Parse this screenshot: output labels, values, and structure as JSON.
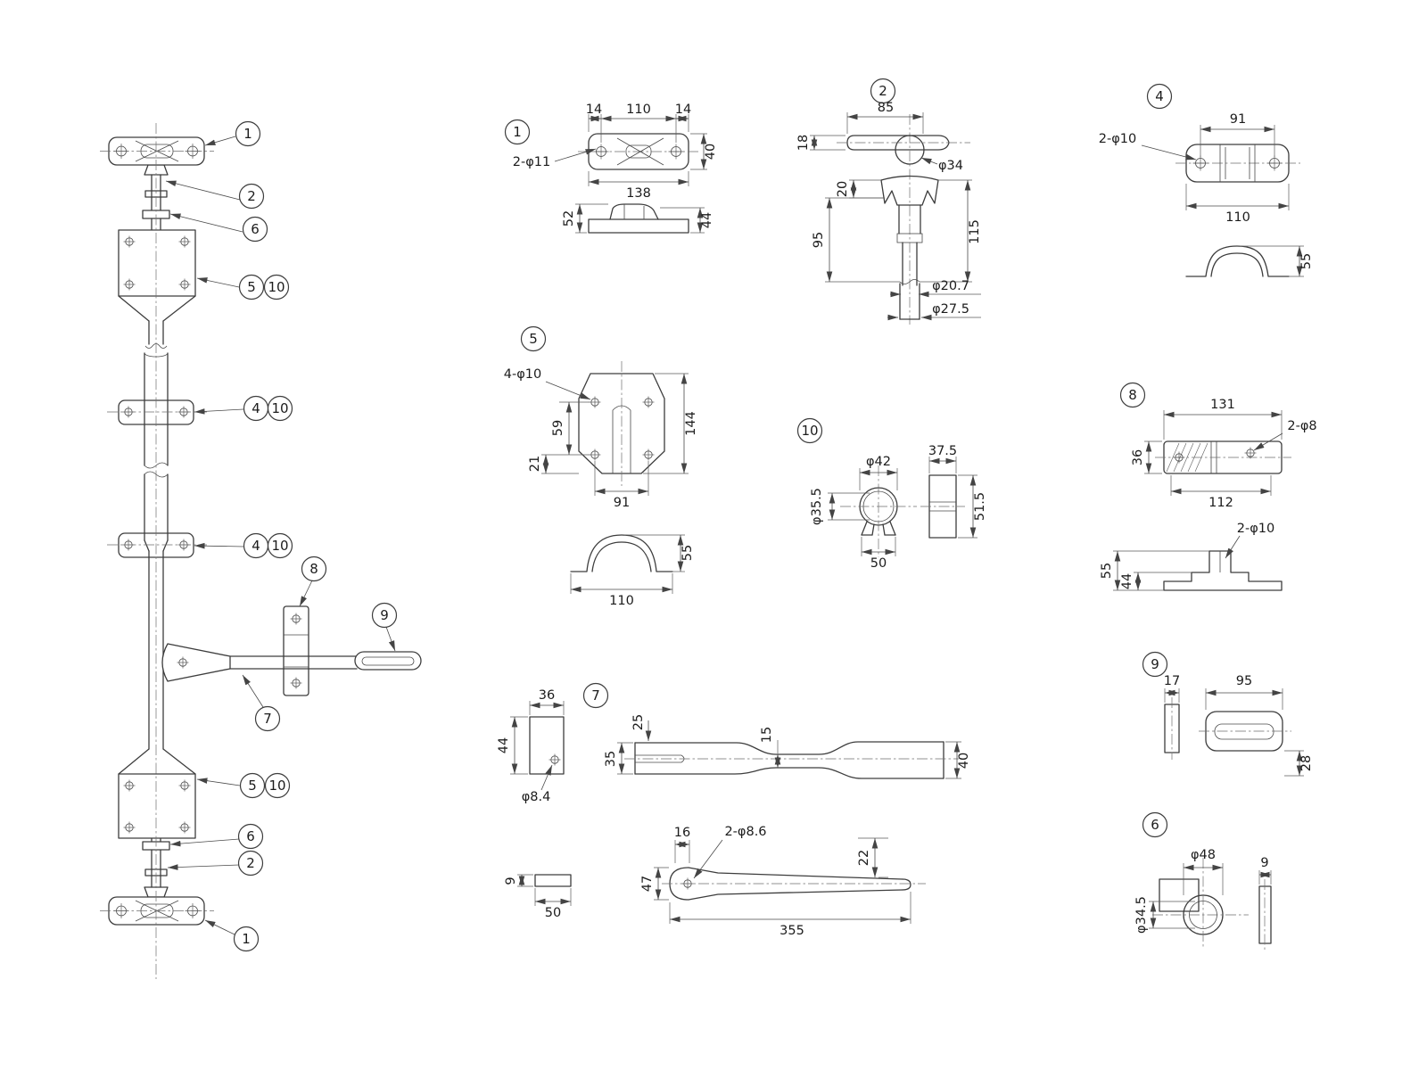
{
  "assembly": {
    "callouts": [
      "1",
      "2",
      "6",
      "5",
      "10",
      "4",
      "10",
      "4",
      "10",
      "8",
      "9",
      "7",
      "5",
      "10",
      "6",
      "2",
      "1"
    ]
  },
  "parts": {
    "1": {
      "num": "1",
      "dims": {
        "m14a": "14",
        "m110": "110",
        "m14b": "14",
        "h40": "40",
        "holes": "2-φ11",
        "w138": "138",
        "s52": "52",
        "s44": "44"
      }
    },
    "2": {
      "num": "2",
      "dims": {
        "w85": "85",
        "t18": "18",
        "cam": "φ34",
        "n20": "20",
        "h115": "115",
        "h95": "95",
        "rod": "φ20.7",
        "pipe": "φ27.5"
      }
    },
    "4": {
      "num": "4",
      "dims": {
        "span91": "91",
        "holes": "2-φ10",
        "w110": "110",
        "h55": "55"
      }
    },
    "5": {
      "num": "5",
      "dims": {
        "holes": "4-φ10",
        "h144": "144",
        "s59": "59",
        "s21": "21",
        "span91": "91",
        "sw110": "110",
        "sh55": "55"
      }
    },
    "6": {
      "num": "6",
      "dims": {
        "od": "φ48",
        "id": "φ34.5",
        "t9": "9"
      }
    },
    "7": {
      "num": "7",
      "dims": {
        "b36": "36",
        "b44": "44",
        "hole": "φ8.4",
        "f25": "25",
        "f35": "35",
        "m15": "15",
        "e40": "40",
        "t9": "9",
        "w50": "50",
        "s16": "16",
        "holes": "2-φ8.6",
        "o22": "22",
        "h47": "47",
        "l355": "355"
      }
    },
    "8": {
      "num": "8",
      "dims": {
        "w131": "131",
        "holes": "2-φ8",
        "h36": "36",
        "iw112": "112",
        "lholes": "2-φ10",
        "p55": "55",
        "p44": "44"
      }
    },
    "9": {
      "num": "9",
      "dims": {
        "t17": "17",
        "l95": "95",
        "h28": "28"
      }
    },
    "10": {
      "num": "10",
      "dims": {
        "od": "φ42",
        "id": "φ35.5",
        "w50": "50",
        "sw": "37.5",
        "sh": "51.5"
      }
    }
  }
}
